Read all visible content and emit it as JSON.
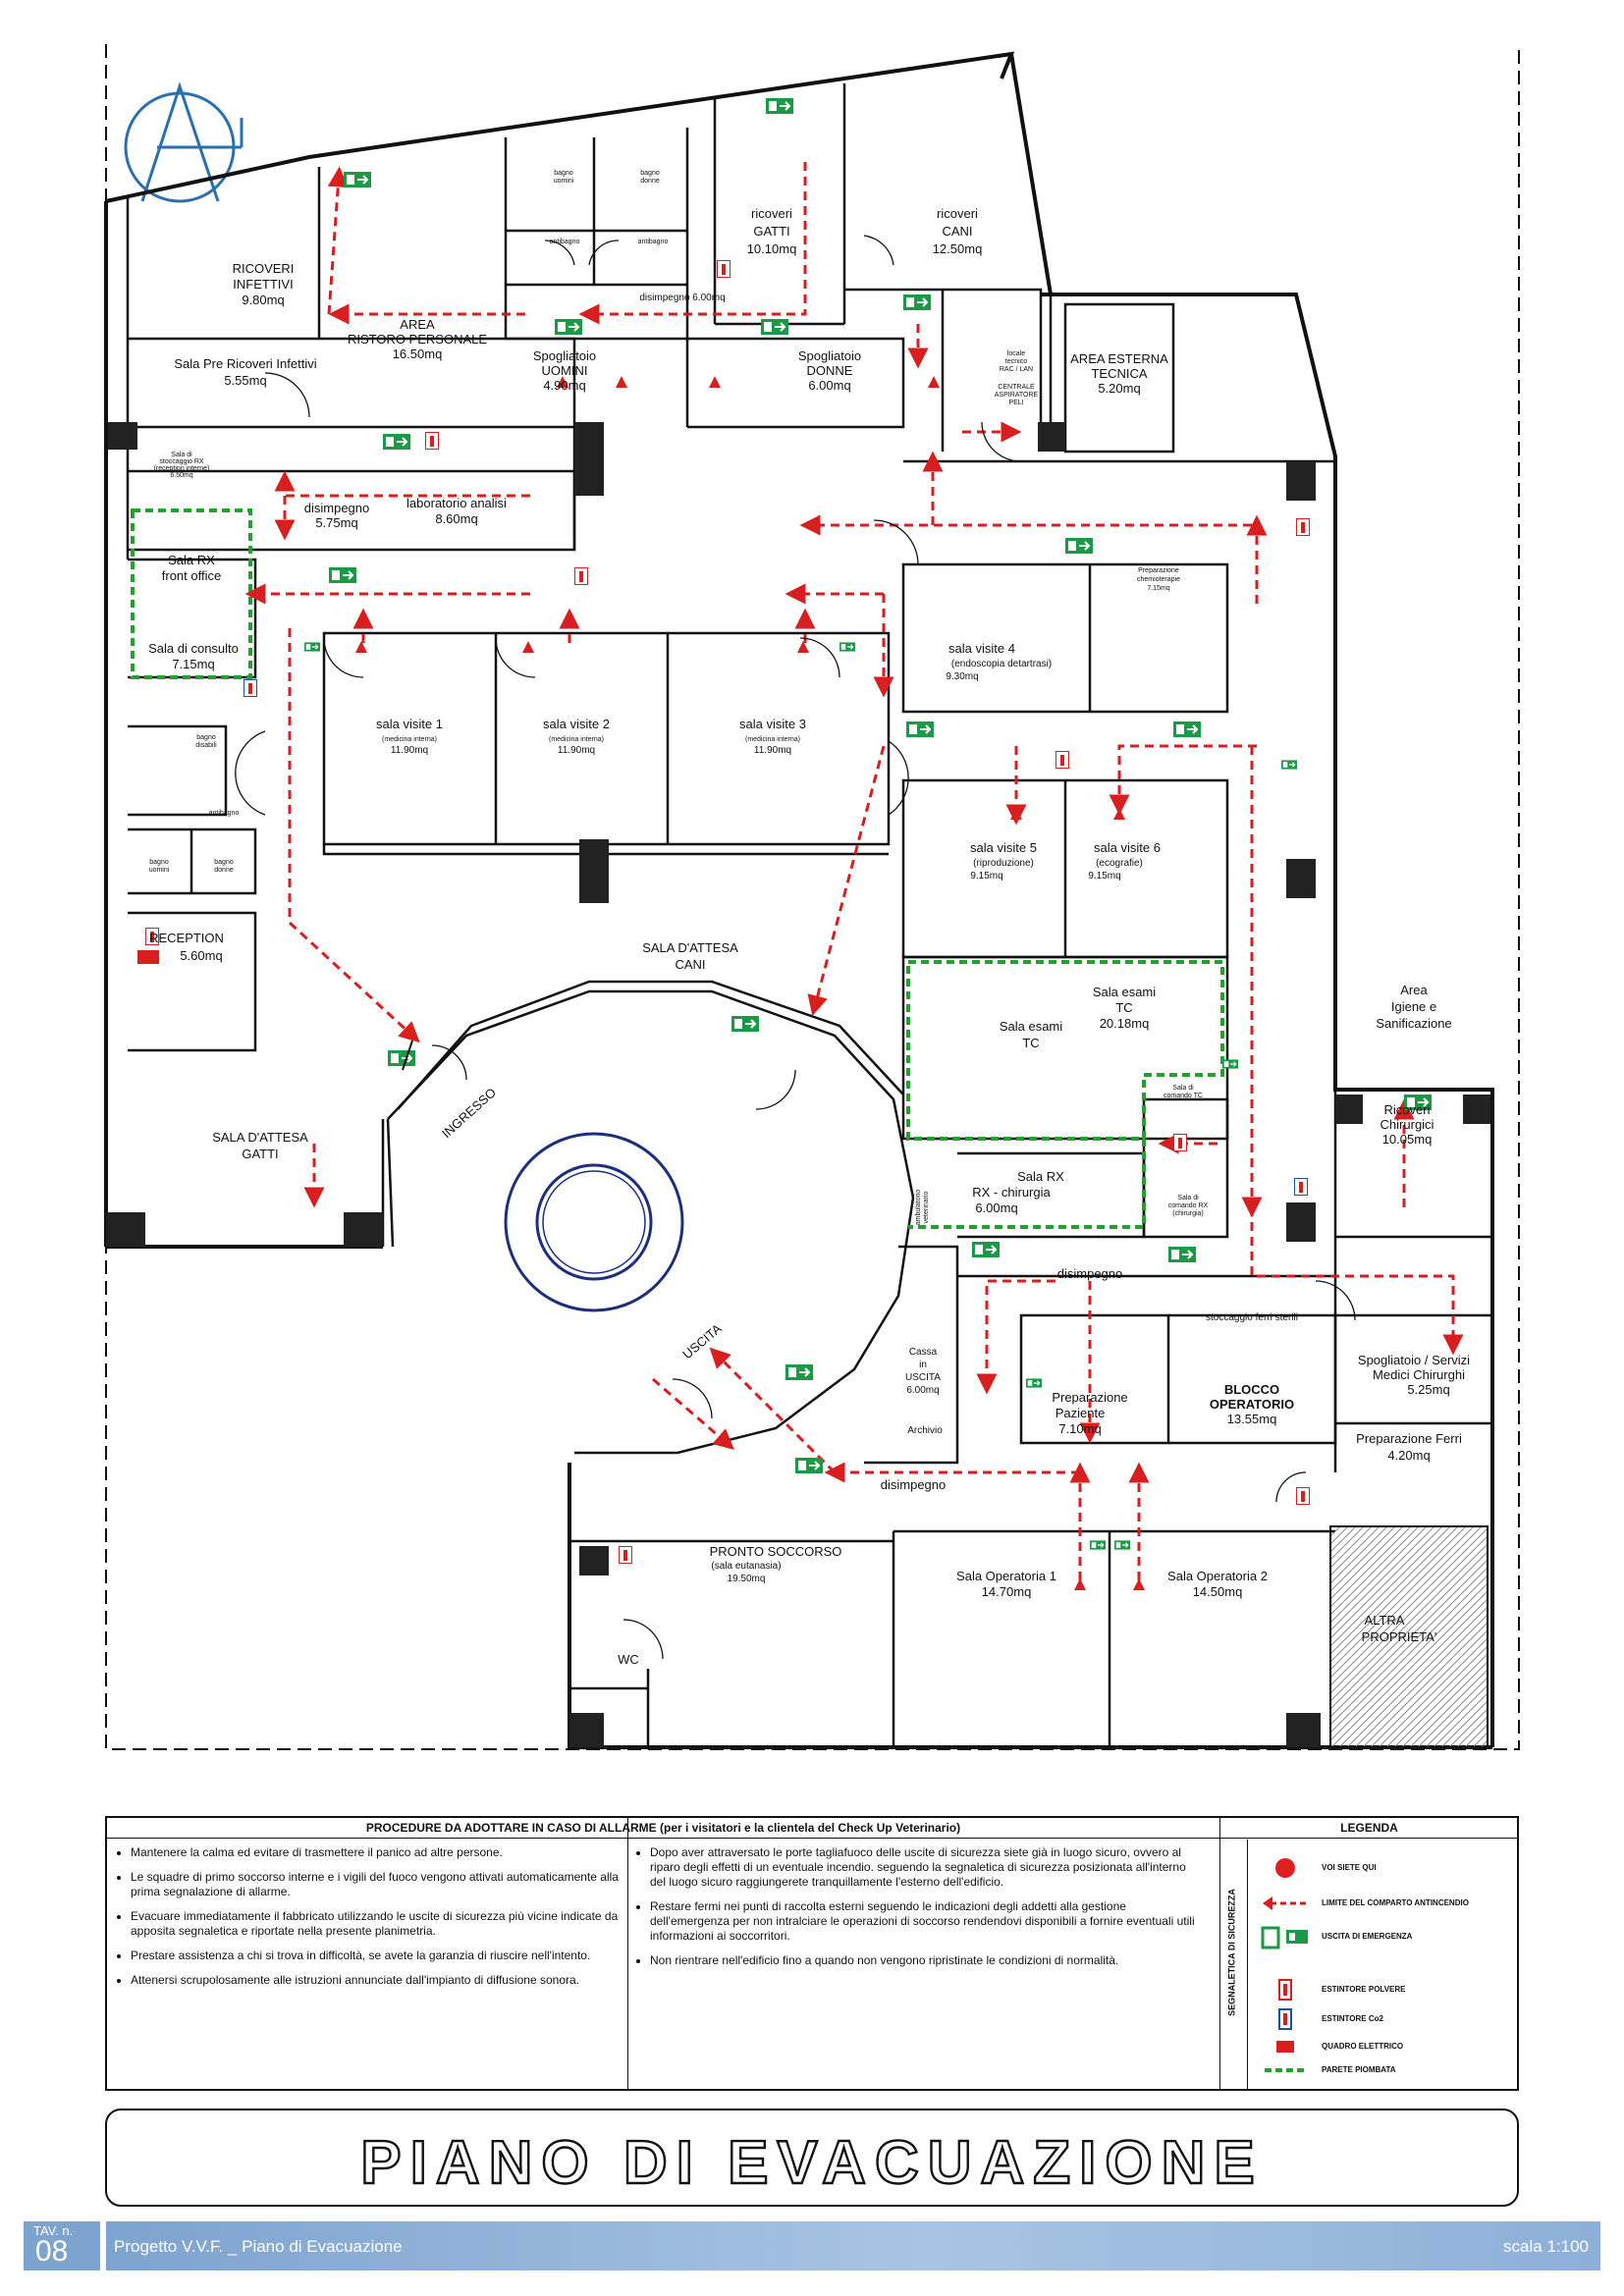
{
  "rooms": {
    "ricoveri_infettivi": [
      "RICOVERI",
      "INFETTIVI",
      "9.80mq"
    ],
    "sala_pre_ricoveri": [
      "Sala Pre Ricoveri Infettivi",
      "5.55mq"
    ],
    "area_ristoro": [
      "AREA",
      "RISTORO PERSONALE",
      "16.50mq"
    ],
    "bagno_uomini": [
      "bagno",
      "uomini"
    ],
    "bagno_donne": [
      "bagno",
      "donne"
    ],
    "antibagno_1": "antibagno",
    "antibagno_2": "antibagno",
    "disimpegno_top": [
      "disimpegno 6.00mq"
    ],
    "spogliatoio_uomini": [
      "Spogliatoio",
      "UOMINI",
      "4.90mq"
    ],
    "spogliatoio_donne": [
      "Spogliatoio",
      "DONNE",
      "6.00mq"
    ],
    "ricoveri_gatti": [
      "ricoveri",
      "GATTI",
      "10.10mq"
    ],
    "ricoveri_cani": [
      "ricoveri",
      "CANI",
      "12.50mq"
    ],
    "locale_tecnico": [
      "locale",
      "tecnico",
      "RAC / LAN",
      "CENTRALE",
      "ASPIRATORE",
      "PELI"
    ],
    "area_esterna_tecnica": [
      "AREA ESTERNA",
      "TECNICA",
      "5.20mq"
    ],
    "small_left": [
      "Sala di",
      "stoccaggio RX",
      "(reception interne)",
      "6.50mq"
    ],
    "disimpegno_left": [
      "disimpegno",
      "5.75mq"
    ],
    "laboratorio": [
      "laboratorio analisi",
      "8.60mq"
    ],
    "sala_rx_front": [
      "Sala RX",
      "front office"
    ],
    "sala_consulto": [
      "Sala di consulto",
      "7.15mq"
    ],
    "sala_visite_1": [
      "sala visite 1",
      "(medicina interna)",
      "11.90mq"
    ],
    "sala_visite_2": [
      "sala visite 2",
      "(medicina interna)",
      "11.90mq"
    ],
    "sala_visite_3": [
      "sala visite 3",
      "(medicina interna)",
      "11.90mq"
    ],
    "preparazione_chemio": [
      "Preparazione",
      "chemioterapie",
      "7.15mq"
    ],
    "sala_visite_4": [
      "sala visite 4",
      "(endoscopia detartrasi)",
      "9.30mq"
    ],
    "sala_visite_5": [
      "sala visite 5",
      "(riproduzione)",
      "9.15mq"
    ],
    "sala_visite_6": [
      "sala visite 6",
      "(ecografie)",
      "9.15mq"
    ],
    "bagno_disabili": [
      "bagno",
      "disabili"
    ],
    "antibagno_3": "antibagno",
    "bagno_uomini_2": [
      "bagno",
      "uomini"
    ],
    "bagno_donne_2": [
      "bagno",
      "donne"
    ],
    "reception": [
      "RECEPTION",
      "5.60mq"
    ],
    "sala_attesa_cani": [
      "SALA D'ATTESA",
      "CANI"
    ],
    "sala_attesa_gatti": [
      "SALA D'ATTESA",
      "GATTI"
    ],
    "ingresso": "INGRESSO",
    "uscita": "USCITA",
    "sala_esami_tc_left": [
      "Sala esami",
      "TC"
    ],
    "sala_esami_tc_right": [
      "Sala esami",
      "TC",
      "20.18mq"
    ],
    "area_igiene": [
      "Area",
      "Igiene e",
      "Sanificazione"
    ],
    "small_tc_1": [
      "Sala di",
      "comando TC"
    ],
    "small_tc_2": [
      "Sala di",
      "comando RX",
      "(chirurgia)"
    ],
    "sala_rx_chirurgia": [
      "Sala RX",
      "RX - chirurgia",
      "6.00mq"
    ],
    "ricoveri_chirurgici": [
      "Ricoveri",
      "Chirurgici",
      "10.05mq"
    ],
    "disimpegno_mid": "disimpegno",
    "stoccaggio_ferri": "stoccaggio ferri sterili",
    "cassa_uscita": [
      "Cassa",
      "in",
      "USCITA",
      "6.00mq"
    ],
    "archivio": "Archivio",
    "preparazione_paziente": [
      "Preparazione",
      "Paziente",
      "7.10mq"
    ],
    "blocco_operatorio": [
      "BLOCCO",
      "OPERATORIO",
      "13.55mq"
    ],
    "spogliatoio_medici": [
      "Spogliatoio / Servizi",
      "Medici Chirurghi",
      "5.25mq"
    ],
    "preparazione_ferri": [
      "Preparazione Ferri",
      "4.20mq"
    ],
    "disimpegno_bottom": "disimpegno",
    "pronto_soccorso": [
      "PRONTO SOCCORSO",
      "(sala eutanasia)",
      "19.50mq"
    ],
    "wc": "WC",
    "sala_operatoria_1": [
      "Sala Operatoria 1",
      "14.70mq"
    ],
    "sala_operatoria_2": [
      "Sala Operatoria 2",
      "14.50mq"
    ],
    "altra_proprieta": [
      "ALTRA",
      "PROPRIETA'"
    ],
    "ambulatorio_small": [
      "ambulatorio",
      "veterinario"
    ]
  },
  "procedures": {
    "title": "PROCEDURE DA ADOTTARE IN CASO DI ALLARME (per i visitatori e la clientela del Check Up Veterinario)",
    "left": [
      "Mantenere la calma ed evitare di trasmettere il panico ad altre persone.",
      "Le squadre di primo soccorso interne e i vigili del fuoco vengono attivati automaticamente alla prima segnalazione di allarme.",
      "Evacuare immediatamente il fabbricato utilizzando le uscite di sicurezza più vicine indicate da apposita segnaletica e riportate nella presente planimetria.",
      "Prestare assistenza a chi si trova in difficoltà, se avete la garanzia di riuscire nell'intento.",
      "Attenersi scrupolosamente alle istruzioni annunciate dall'impianto di diffusione sonora."
    ],
    "right": [
      "Dopo aver attraversato le porte tagliafuoco delle uscite di sicurezza siete già in luogo sicuro, ovvero al riparo degli effetti di un eventuale incendio. seguendo la segnaletica di sicurezza posizionata all'interno del luogo sicuro raggiungerete tranquillamente l'esterno dell'edificio.",
      "Restare fermi nei punti di raccolta esterni seguendo le indicazioni degli addetti alla gestione dell'emergenza per non intralciare le operazioni di soccorso rendendovi disponibili a fornire eventuali utili informazioni ai soccorritori.",
      "Non rientrare nell'edificio fino a quando non vengono ripristinate le condizioni di normalità."
    ]
  },
  "legend": {
    "title": "LEGENDA",
    "side_label": "SEGNALETICA DI SICUREZZA",
    "items": [
      {
        "label": "VOI SIETE QUI",
        "icon": "you-are-here-dot"
      },
      {
        "label": "LIMITE DEL COMPARTO ANTINCENDIO",
        "icon": "escape-route-arrow"
      },
      {
        "label": "USCITA DI EMERGENZA",
        "icon": "emergency-exit-sign"
      },
      {
        "label": "ESTINTORE POLVERE",
        "icon": "powder-extinguisher"
      },
      {
        "label": "ESTINTORE Co2",
        "icon": "co2-extinguisher"
      },
      {
        "label": "QUADRO ELETTRICO",
        "icon": "electric-panel"
      },
      {
        "label": "PARETE PIOMBATA",
        "icon": "lead-wall-dashed"
      }
    ]
  },
  "title": "PIANO DI EVACUAZIONE",
  "footer": {
    "tav_label": "TAV. n.",
    "tav_number": "08",
    "project": "Progetto V.V.F. _ Piano di Evacuazione",
    "scale": "scala 1:100"
  },
  "colors": {
    "route": "#d81e1e",
    "exit": "#1a9a44",
    "lead_wall": "#22a12e",
    "wall": "#111111",
    "footer_blue": "#7da3cf",
    "logo_blue": "#2a6fb0"
  }
}
